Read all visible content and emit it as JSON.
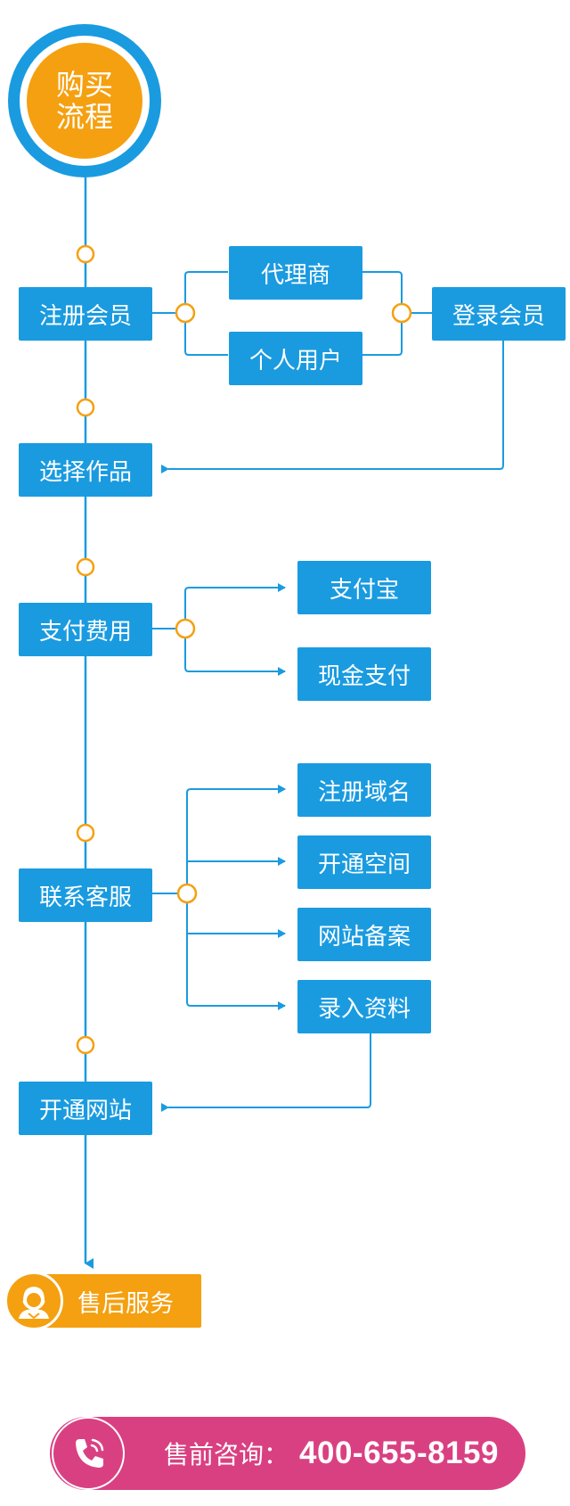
{
  "header": {
    "badge_line1": "购买",
    "badge_line2": "流程"
  },
  "steps": {
    "register": "注册会员",
    "agent": "代理商",
    "personal": "个人用户",
    "login": "登录会员",
    "select": "选择作品",
    "pay": "支付费用",
    "alipay": "支付宝",
    "cash": "现金支付",
    "contact": "联系客服",
    "domain": "注册域名",
    "space": "开通空间",
    "icp": "网站备案",
    "data_entry": "录入资料",
    "open_site": "开通网站"
  },
  "service": {
    "label": "售后服务"
  },
  "hotline": {
    "label": "售前咨询：",
    "number": "400-655-8159"
  },
  "colors": {
    "primary_blue": "#1a9be0",
    "orange": "#f5a010",
    "pink": "#d94082",
    "node_ring": "#f5a010"
  },
  "icons": {
    "service": "customer-service-agent-icon",
    "phone": "phone-icon"
  }
}
